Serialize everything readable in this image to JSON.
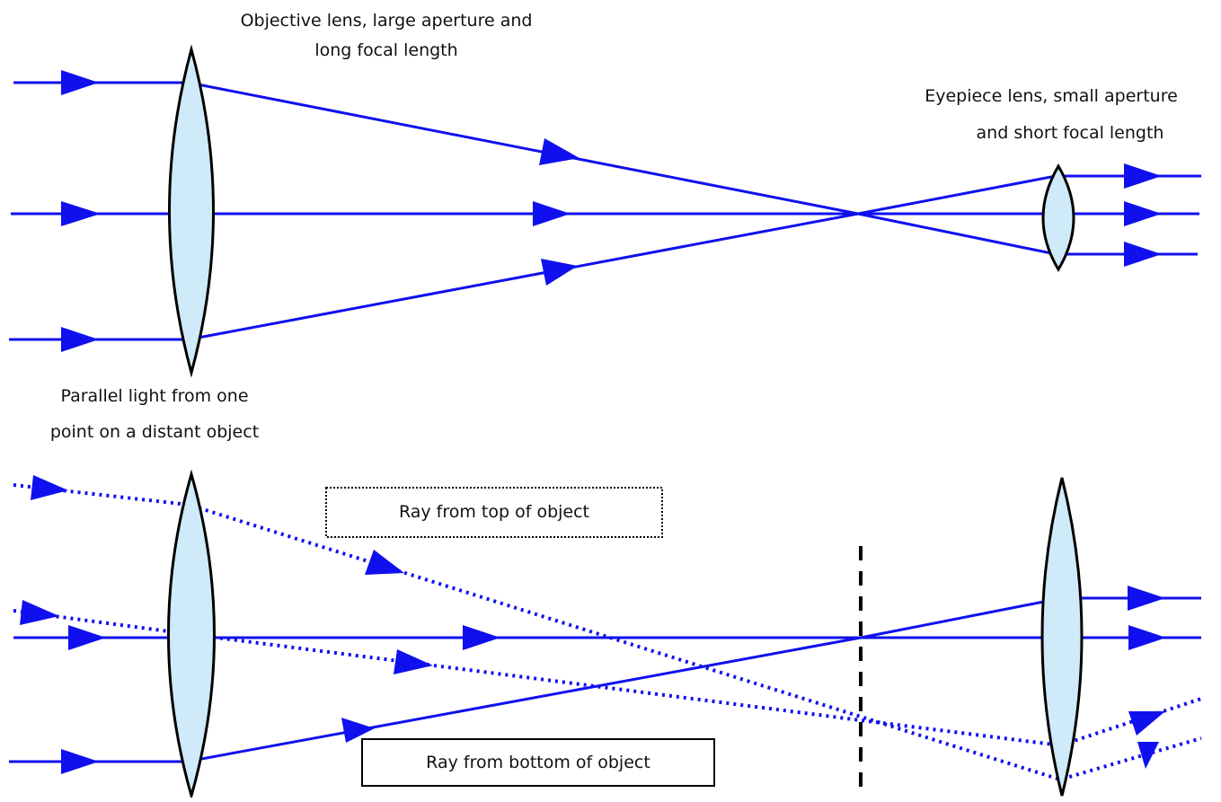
{
  "labels": {
    "objective_line1": "Objective lens, large aperture and",
    "objective_line2": "long focal length",
    "eyepiece_line1": "Eyepiece lens, small aperture",
    "eyepiece_line2": "and short focal length",
    "parallel_line1": "Parallel light from one",
    "parallel_line2": "point on a distant object",
    "ray_top": "Ray from top of object",
    "ray_bottom": "Ray from bottom of object"
  },
  "colors": {
    "ray": "#1010ee",
    "lens_fill": "#cfeaf8",
    "lens_stroke": "#000000",
    "text": "#111111",
    "focal_marker": "#000000"
  }
}
